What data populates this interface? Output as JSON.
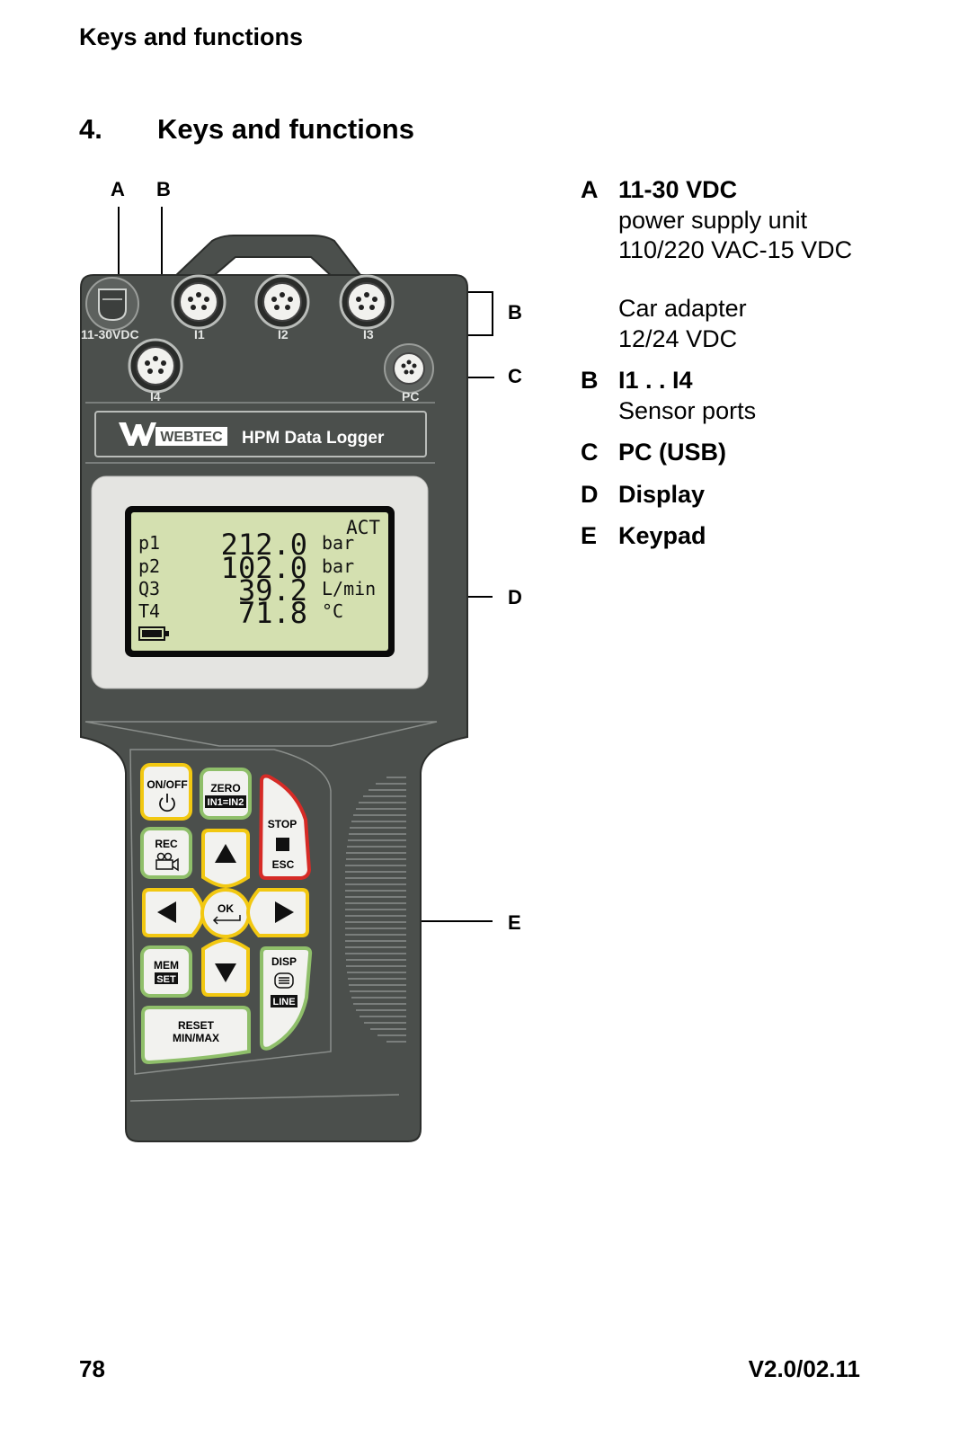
{
  "page_header": "Keys and functions",
  "section": {
    "number": "4.",
    "title": "Keys and functions"
  },
  "callouts": {
    "a": "A",
    "b": "B",
    "b2": "B",
    "c": "C",
    "d": "D",
    "e": "E"
  },
  "device": {
    "ports": {
      "power": "11-30VDC",
      "i1": "I1",
      "i2": "I2",
      "i3": "I3",
      "i4": "I4",
      "pc": "PC"
    },
    "brand": "WEBTEC",
    "product": "HPM Data Logger",
    "display": {
      "mode": "ACT",
      "rows": [
        {
          "label": "p1",
          "value": "212.0",
          "unit": "bar"
        },
        {
          "label": "p2",
          "value": "102.0",
          "unit": "bar"
        },
        {
          "label": "Q3",
          "value": "39.2",
          "unit": "L/min"
        },
        {
          "label": "T4",
          "value": "71.8",
          "unit": "°C"
        }
      ]
    },
    "keys": {
      "onoff": "ON/OFF",
      "zero": "ZERO",
      "zero_sub": "IN1=IN2",
      "stop": "STOP",
      "esc": "ESC",
      "rec": "REC",
      "ok": "OK",
      "mem": "MEM",
      "set": "SET",
      "disp": "DISP",
      "line": "LINE",
      "reset": "RESET",
      "minmax": "MIN/MAX"
    },
    "colors": {
      "body": "#4b4f4c",
      "key_yellow": "#f2c811",
      "key_green": "#8fbf6a",
      "key_red": "#d62b26",
      "lcd": "#d4e0b0"
    }
  },
  "legend": {
    "a": {
      "letter": "A",
      "title": "11-30 VDC",
      "lines": [
        "power supply unit",
        "110/220 VAC-15 VDC",
        "Car adapter",
        "12/24 VDC"
      ]
    },
    "b": {
      "letter": "B",
      "title": "I1 . . I4",
      "lines": [
        "Sensor ports"
      ]
    },
    "c": {
      "letter": "C",
      "title": "PC (USB)"
    },
    "d": {
      "letter": "D",
      "title": "Display"
    },
    "e": {
      "letter": "E",
      "title": "Keypad"
    }
  },
  "footer": {
    "page": "78",
    "version": "V2.0/02.11"
  }
}
